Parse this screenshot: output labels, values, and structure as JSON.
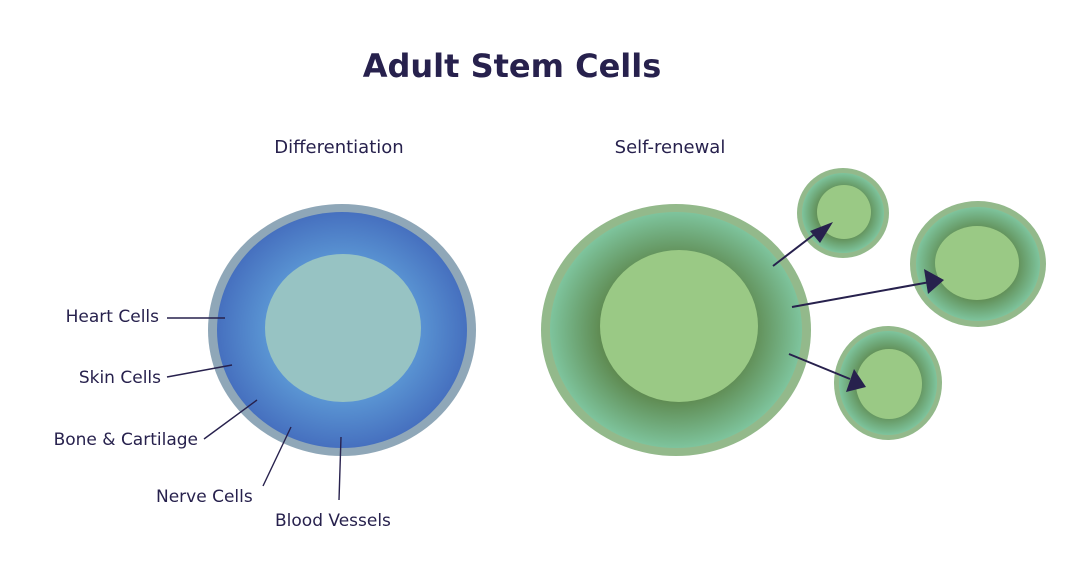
{
  "title": "Adult Stem Cells",
  "differentiation": {
    "heading": "Differentiation",
    "labels": [
      "Heart Cells",
      "Skin Cells",
      "Bone & Cartilage",
      "Nerve Cells",
      "Blood Vessels"
    ]
  },
  "self_renewal": {
    "heading": "Self-renewal"
  },
  "colors": {
    "text": "#27214d",
    "blue_cell_rim": "#8fa7b8",
    "blue_cell_body": "#4d7fc4",
    "blue_cell_nucleus": "#97c3c3",
    "green_cell_rim": "#93b98b",
    "green_cell_body": "#5f8a52",
    "green_cell_nucleus": "#9ac985"
  }
}
